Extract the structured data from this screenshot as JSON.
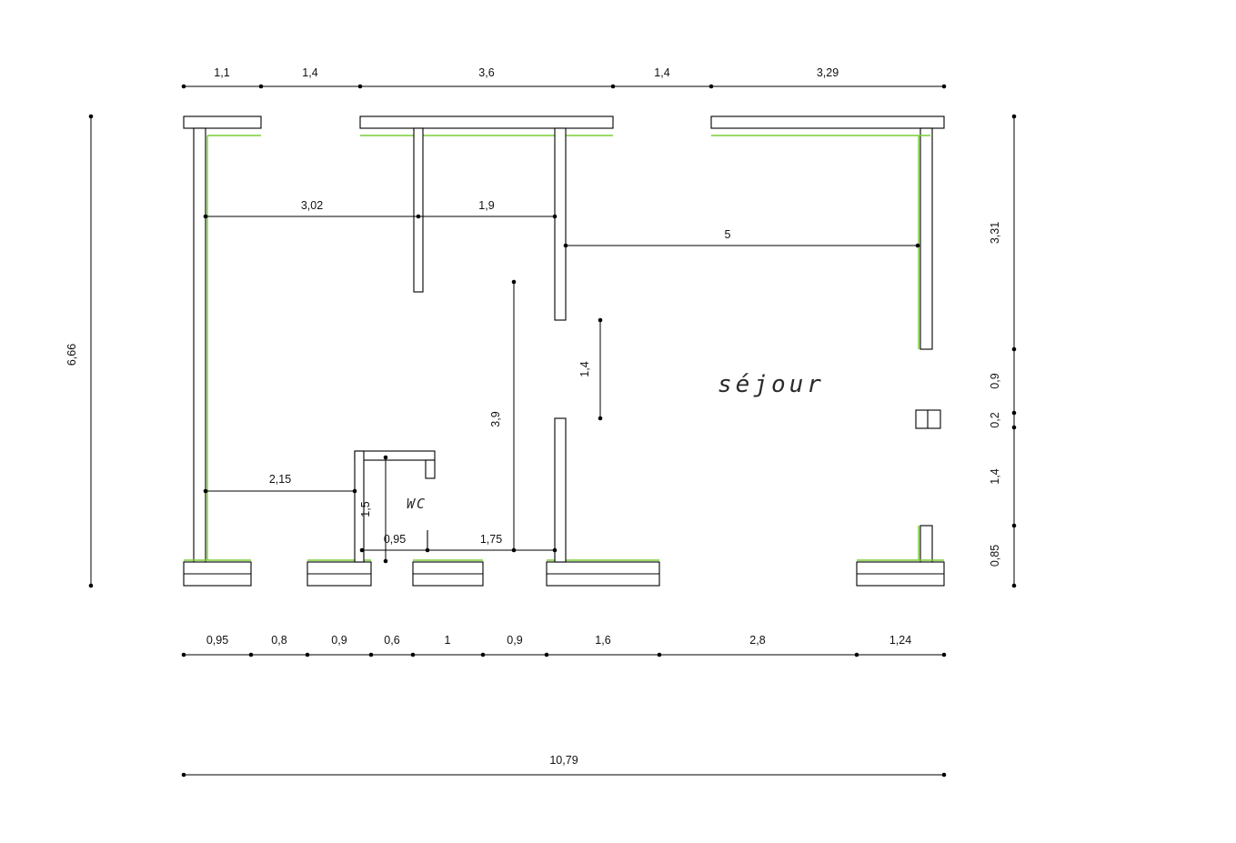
{
  "drawing": {
    "background_color": "#ffffff",
    "line_color": "#000000",
    "inner_face_color": "#79ce33",
    "text_color": "#111111"
  },
  "rooms": {
    "sejour_label": "séjour",
    "wc_label": "WC"
  },
  "dims": {
    "top": [
      "1,1",
      "1,4",
      "3,6",
      "1,4",
      "3,29"
    ],
    "left_overall": "6,66",
    "right": [
      "3,31",
      "0,9",
      "0,2",
      "1,4",
      "0,85"
    ],
    "bottom": [
      "0,95",
      "0,8",
      "0,9",
      "0,6",
      "1",
      "0,9",
      "1,6",
      "2,8",
      "1,24"
    ],
    "bottom_overall": "10,79",
    "interior": {
      "left_to_partition": "3,02",
      "partition_to_sejour_wall": "1,9",
      "sejour_width": "5",
      "sejour_opening_height": "1,4",
      "hall_depth": "3,9",
      "left_wall_to_wc": "2,15",
      "wc_depth": "1,5",
      "wc_width": "0,95",
      "wc_to_sejour_wall": "1,75"
    }
  }
}
